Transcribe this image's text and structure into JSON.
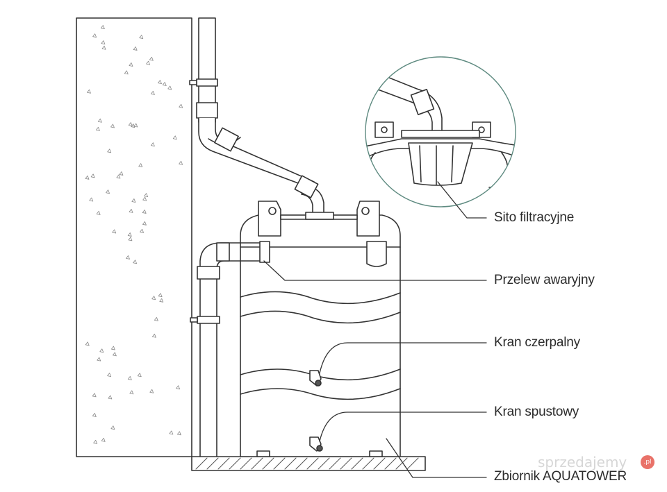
{
  "labels": {
    "sieve": "Sito filtracyjne",
    "overflow": "Przelew awaryjny",
    "draw_tap": "Kran czerpalny",
    "drain_tap": "Kran spustowy",
    "tank": "Zbiornik AQUATOWER"
  },
  "watermark": {
    "text": "sprzedajemy",
    "badge": ".pl"
  }
}
